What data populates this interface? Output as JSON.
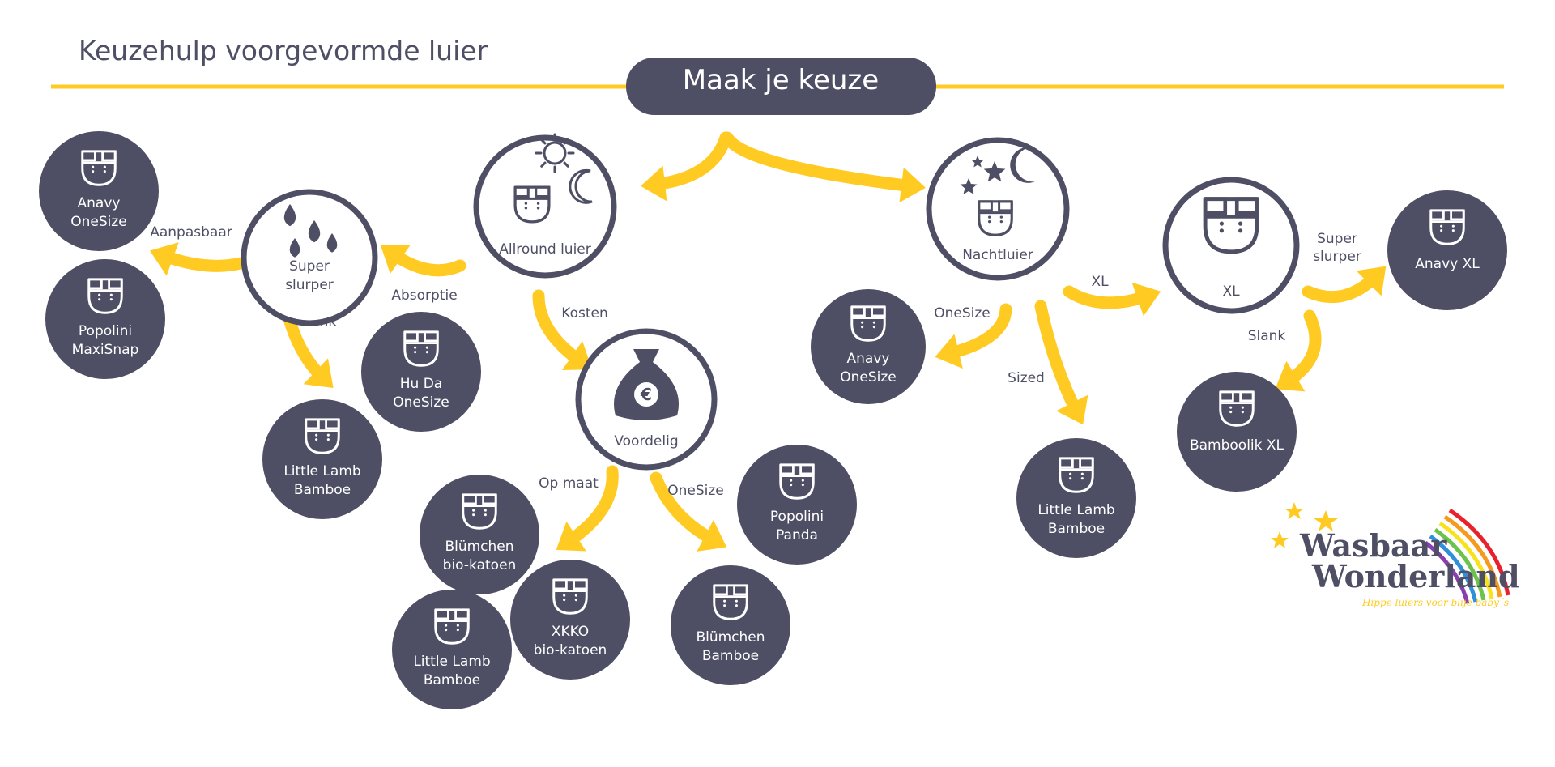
{
  "header": {
    "title": "Keuzehulp voorgevormde luier",
    "start_button": "Maak je keuze"
  },
  "colors": {
    "dark": "#4e4e65",
    "accent": "#ffcb22",
    "white": "#ffffff"
  },
  "selectors": [
    {
      "id": "allround",
      "icon": "diaper-sun-moon-icon",
      "lines": [
        "Allround luier"
      ]
    },
    {
      "id": "nacht",
      "icon": "diaper-moon-stars-icon",
      "lines": [
        "Nachtluier"
      ]
    },
    {
      "id": "super",
      "icon": "drops-icon",
      "lines": [
        "Super",
        "slurper"
      ]
    },
    {
      "id": "voordelig",
      "icon": "money-bag-icon",
      "lines": [
        "Voordelig"
      ]
    },
    {
      "id": "xl",
      "icon": "large-diaper-icon",
      "lines": [
        "XL"
      ]
    }
  ],
  "products": [
    {
      "id": "anavy-onesize-left",
      "icon": "diaper-icon",
      "lines": [
        "Anavy",
        "OneSize"
      ]
    },
    {
      "id": "popolini-maxisnap",
      "icon": "diaper-icon",
      "lines": [
        "Popolini",
        "MaxiSnap"
      ]
    },
    {
      "id": "huda-onesize",
      "icon": "diaper-icon",
      "lines": [
        "Hu Da",
        "OneSize"
      ]
    },
    {
      "id": "littlelamb-a",
      "icon": "diaper-icon",
      "lines": [
        "Little Lamb",
        "Bamboe"
      ]
    },
    {
      "id": "blumchen-bio",
      "icon": "diaper-icon",
      "lines": [
        "Blümchen",
        "bio-katoen"
      ]
    },
    {
      "id": "xkko-bio",
      "icon": "diaper-icon",
      "lines": [
        "XKKO",
        "bio-katoen"
      ]
    },
    {
      "id": "littlelamb-b",
      "icon": "diaper-icon",
      "lines": [
        "Little Lamb",
        "Bamboe"
      ]
    },
    {
      "id": "popolini-panda",
      "icon": "diaper-icon",
      "lines": [
        "Popolini",
        "Panda"
      ]
    },
    {
      "id": "blumchen-bamboe",
      "icon": "diaper-icon",
      "lines": [
        "Blümchen",
        "Bamboe"
      ]
    },
    {
      "id": "anavy-onesize-right",
      "icon": "diaper-icon",
      "lines": [
        "Anavy",
        "OneSize"
      ]
    },
    {
      "id": "littlelamb-c",
      "icon": "diaper-icon",
      "lines": [
        "Little Lamb",
        "Bamboe"
      ]
    },
    {
      "id": "anavy-xl",
      "icon": "diaper-icon",
      "lines": [
        "Anavy XL"
      ]
    },
    {
      "id": "bamboolik-xl",
      "icon": "diaper-icon",
      "lines": [
        "Bamboolik XL"
      ]
    }
  ],
  "edge_labels": [
    {
      "id": "aanpasbaar",
      "text": "Aanpasbaar"
    },
    {
      "id": "absorptie",
      "text": "Absorptie"
    },
    {
      "id": "slank-left",
      "text": "Slank"
    },
    {
      "id": "kosten",
      "text": "Kosten"
    },
    {
      "id": "op-maat",
      "text": "Op maat"
    },
    {
      "id": "onesize-mid",
      "text": "OneSize"
    },
    {
      "id": "onesize-right",
      "text": "OneSize"
    },
    {
      "id": "sized",
      "text": "Sized"
    },
    {
      "id": "xl-edge",
      "text": "XL"
    },
    {
      "id": "super-slurper-edge",
      "text": "Super\nslurper"
    },
    {
      "id": "slank-right",
      "text": "Slank"
    }
  ],
  "logo": {
    "line1": "Wasbaar",
    "line2": "Wonderland",
    "tagline": "Hippe luiers voor blije baby´s"
  }
}
